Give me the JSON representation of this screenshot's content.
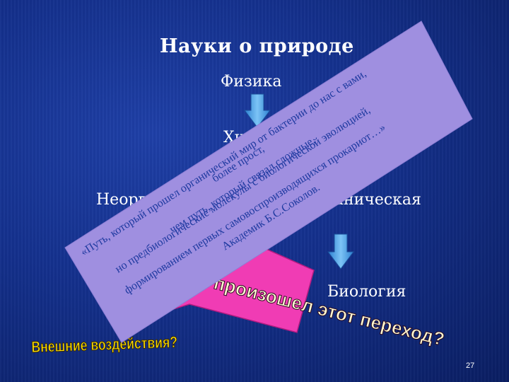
{
  "slide": {
    "title": "Науки о природе",
    "nodes": {
      "physics": "Физика",
      "chemistry": "Химия",
      "inorganic": "Неорганическая",
      "organic": "органическая",
      "biology": "Биология"
    },
    "callout": "Как произошел этот переход?",
    "bottom_question": "Внешние воздействия?",
    "page_number": "27"
  },
  "quote": {
    "lines": [
      "«Путь, который прошел органический мир от бактерии до нас с вами,",
      "чем путь, который связал сложные,",
      "более прост,",
      "но предбиологические молекулы с биологической эволюцией,",
      "формированием первых самовоспроизводящихся прокариот…»",
      "Академик Б.С.Соколов."
    ]
  },
  "colors": {
    "background": "#14308c",
    "card": "#9f8fe0",
    "arrow": "#4fa8e8",
    "callout": "#f03cb4",
    "bottom_text": "#ffe100"
  }
}
